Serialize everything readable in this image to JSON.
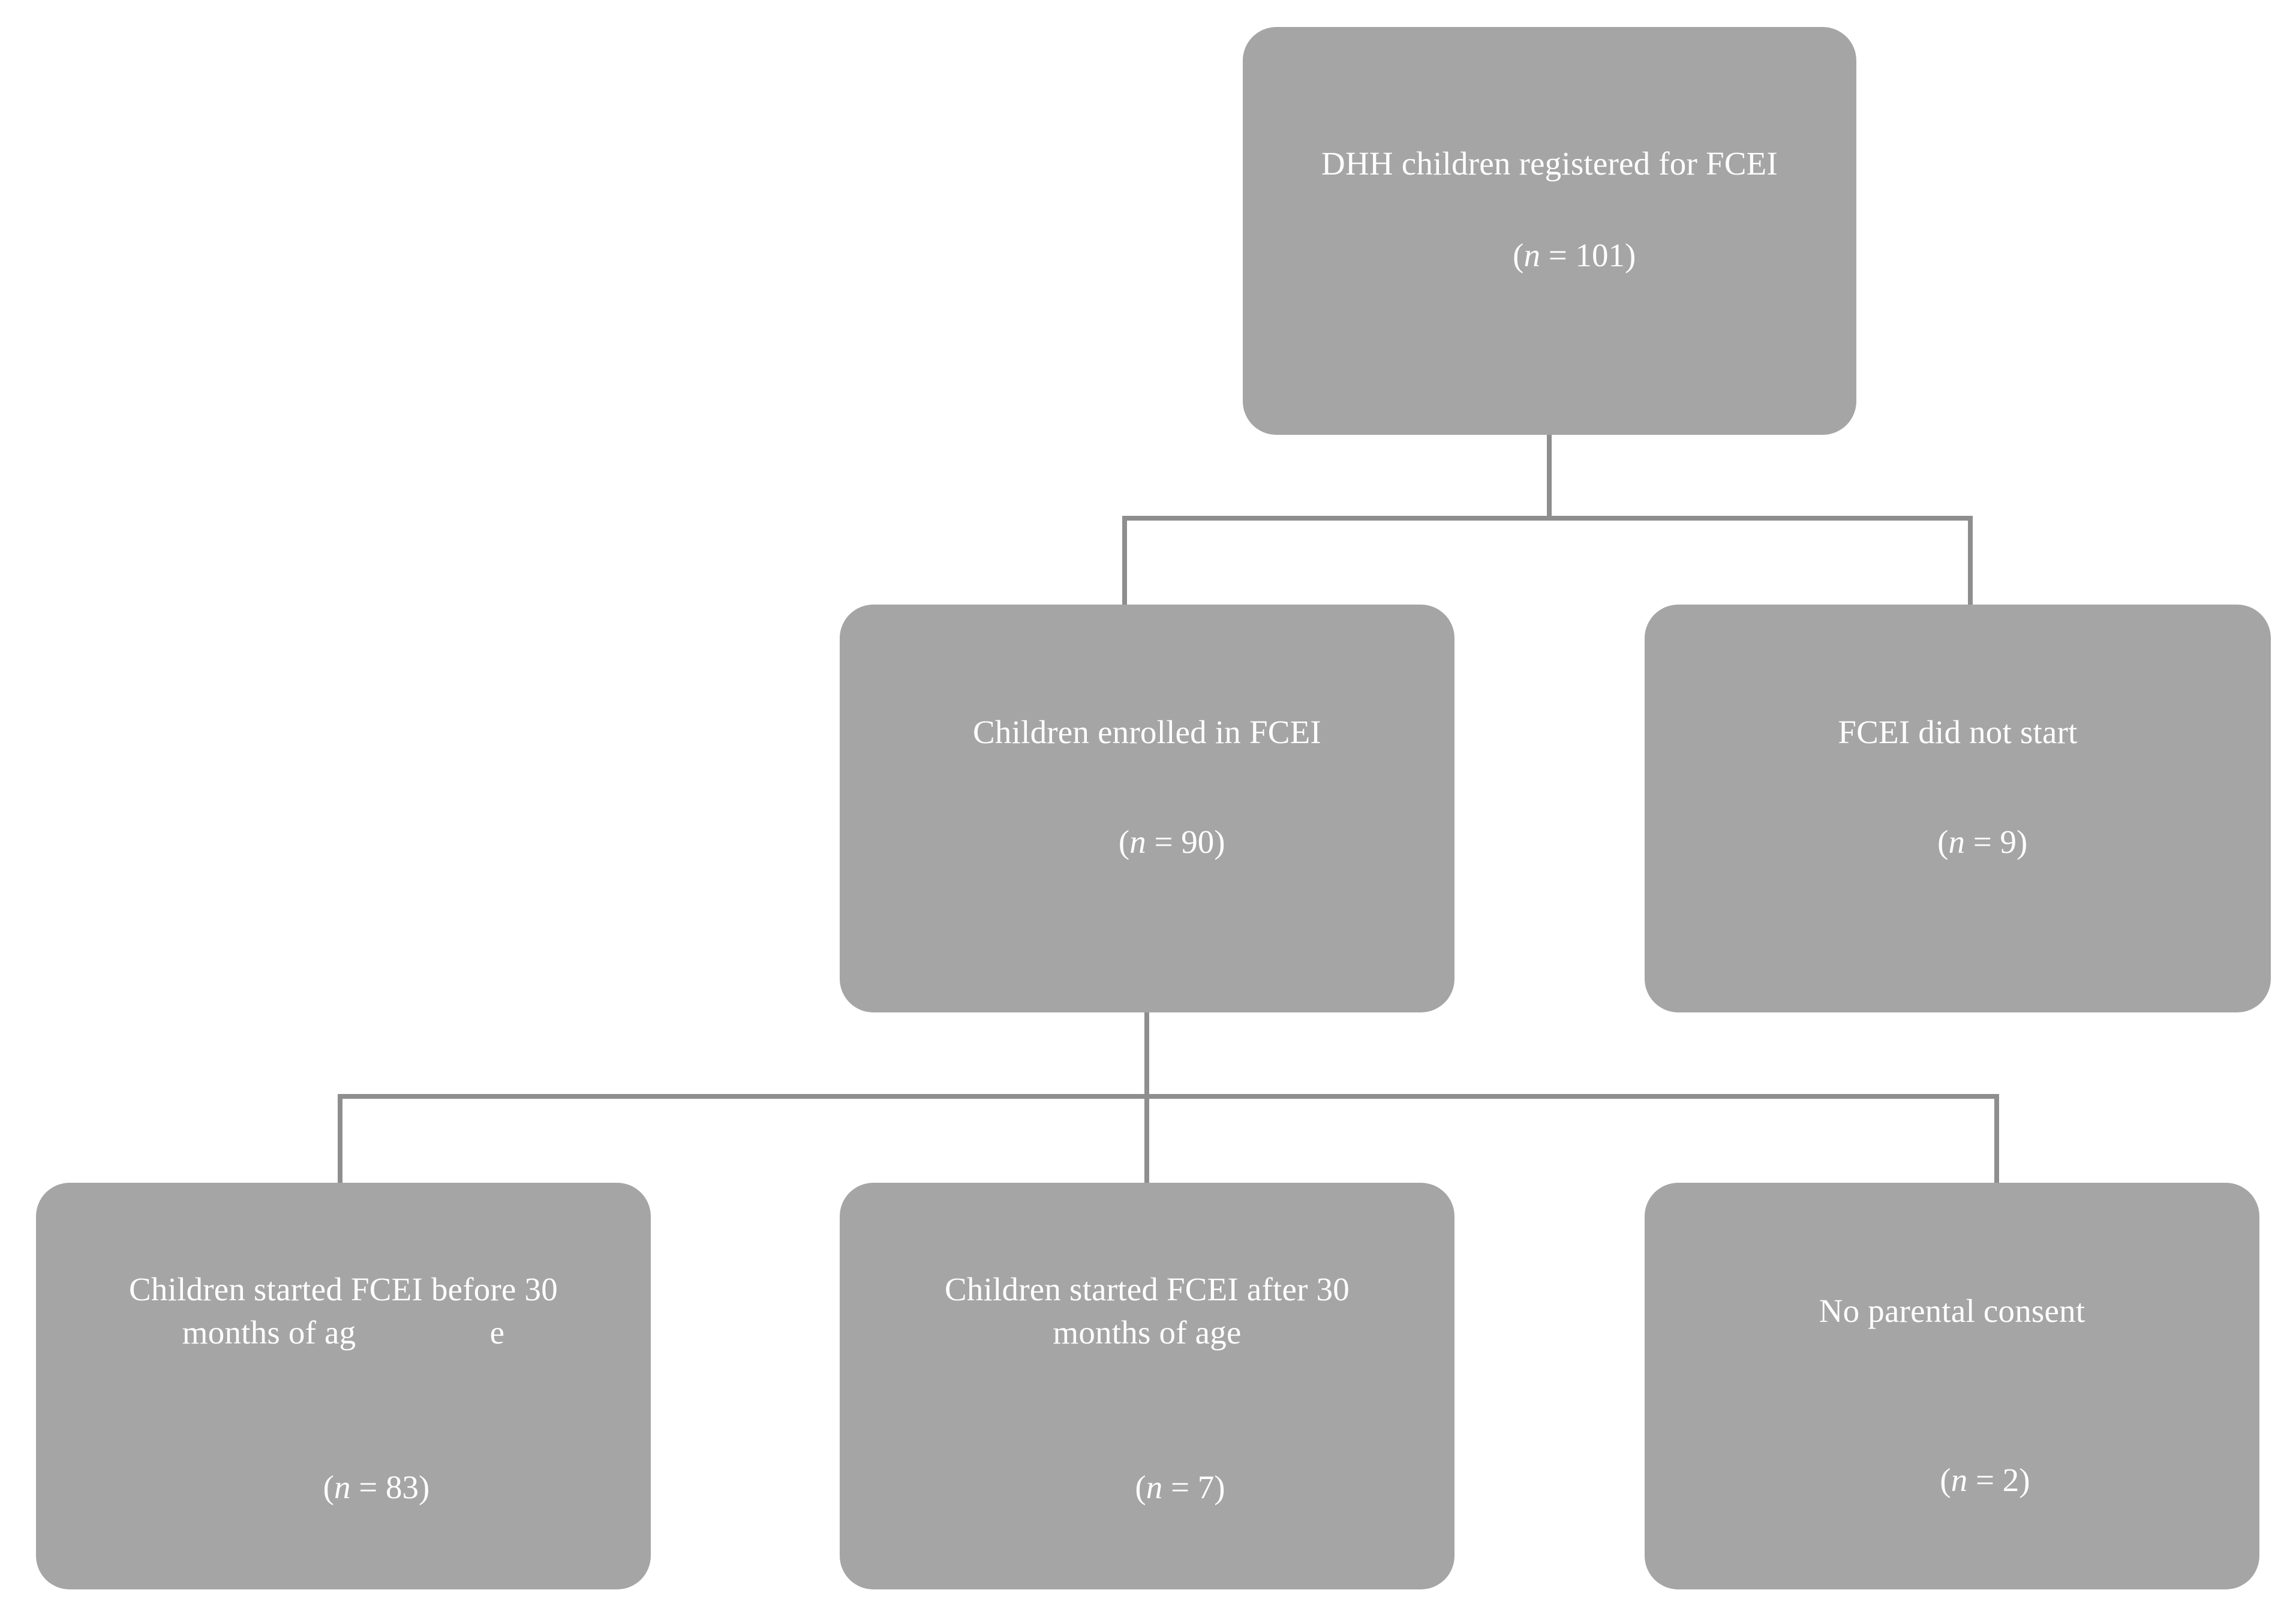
{
  "diagram": {
    "type": "flowchart",
    "title": "",
    "colors": {
      "node_fill": "#a5a5a5",
      "node_text": "#ffffff",
      "connector": "#8e8e8e",
      "background": "#ffffff"
    },
    "nodes": [
      {
        "id": "root",
        "label": "DHH children registered for FCEI",
        "count_prefix": "(",
        "count_var": "n",
        "count_eq": " = ",
        "count_value": "101",
        "count_suffix": ")",
        "count_text": "(n = 101)",
        "n": 101
      },
      {
        "id": "enrolled",
        "label": "Children enrolled in FCEI",
        "count_prefix": "(",
        "count_var": "n",
        "count_eq": " = ",
        "count_value": "90",
        "count_suffix": ")",
        "count_text": "(n = 90)",
        "n": 90
      },
      {
        "id": "not-started",
        "label": "FCEI did not start",
        "count_prefix": "(",
        "count_var": "n",
        "count_eq": " = ",
        "count_value": "9",
        "count_suffix": ")",
        "count_text": "(n = 9)",
        "n": 9
      },
      {
        "id": "before-30",
        "label": "Children started FCEI before 30\nmonths of ag                e",
        "count_prefix": "(",
        "count_var": "n",
        "count_eq": " = ",
        "count_value": "83",
        "count_suffix": ")",
        "count_text": "(n = 83)",
        "n": 83
      },
      {
        "id": "after-30",
        "label": "Children started FCEI after 30\nmonths of age",
        "count_prefix": "(",
        "count_var": "n",
        "count_eq": " = ",
        "count_value": "7",
        "count_suffix": ")",
        "count_text": "(n = 7)",
        "n": 7
      },
      {
        "id": "no-consent",
        "label": "No parental consent",
        "count_prefix": "(",
        "count_var": "n",
        "count_eq": " = ",
        "count_value": "2",
        "count_suffix": ")",
        "count_text": "(n = 2)",
        "n": 2
      }
    ],
    "edges": [
      {
        "from": "root",
        "to": "enrolled"
      },
      {
        "from": "root",
        "to": "not-started"
      },
      {
        "from": "enrolled",
        "to": "before-30"
      },
      {
        "from": "enrolled",
        "to": "after-30"
      },
      {
        "from": "enrolled",
        "to": "no-consent"
      }
    ]
  }
}
